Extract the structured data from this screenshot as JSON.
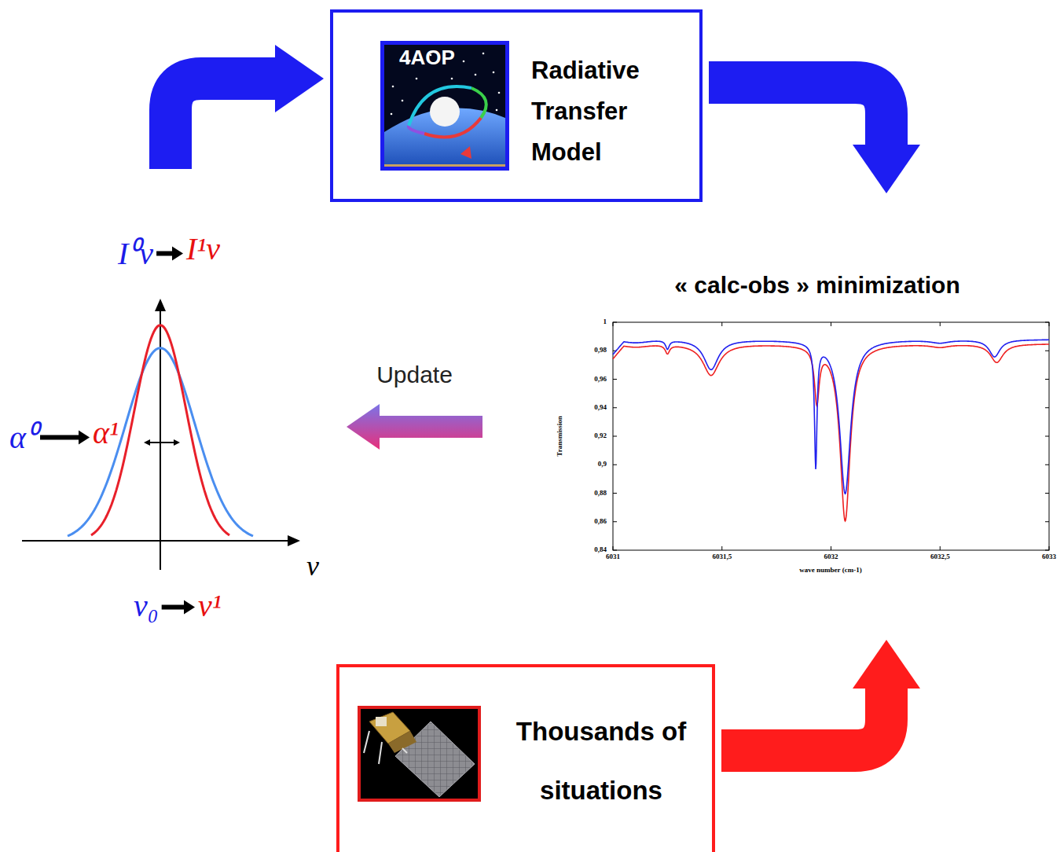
{
  "diagram": {
    "nodes": [
      {
        "text": [
          "Radiative Transfer Model"
        ]
      },
      {
        "text": [
          "I⁰ν",
          "I¹ν",
          "α⁰",
          "α¹",
          "ν₀",
          "ν¹",
          "ν"
        ]
      },
      {
        "text": [
          "« calc-obs » minimization"
        ]
      },
      {
        "text": [
          "Thousands of situations"
        ]
      }
    ],
    "edges": [
      {
        "from": 1,
        "to": 0,
        "arrow": "to"
      },
      {
        "from": 0,
        "to": 2,
        "arrow": "to"
      },
      {
        "from": 3,
        "to": 2,
        "arrow": "to"
      },
      {
        "from": 2,
        "to": 1,
        "label": "Update",
        "arrow": "to"
      }
    ],
    "labels": [
      "4AOP",
      "1",
      "0,98",
      "0,96",
      "0,94",
      "0,92",
      "0,9",
      "0,88",
      "0,86",
      "0,84",
      "6031",
      "6031,5",
      "6032",
      "6032,5",
      "6033",
      "Transmission",
      "wave number (cm-1)"
    ]
  }
}
